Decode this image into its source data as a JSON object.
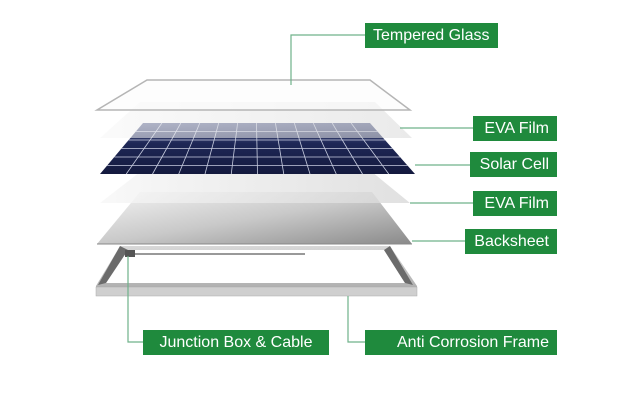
{
  "colors": {
    "label_bg": "#1f8a3d",
    "leader": "#6fb28a",
    "cell": "#1c2450"
  },
  "labels": {
    "tempered_glass": "Tempered Glass",
    "eva_film_top": "EVA Film",
    "solar_cell": "Solar Cell",
    "eva_film_bottom": "EVA Film",
    "backsheet": "Backsheet",
    "junction_box": "Junction Box & Cable",
    "frame": "Anti Corrosion Frame"
  }
}
